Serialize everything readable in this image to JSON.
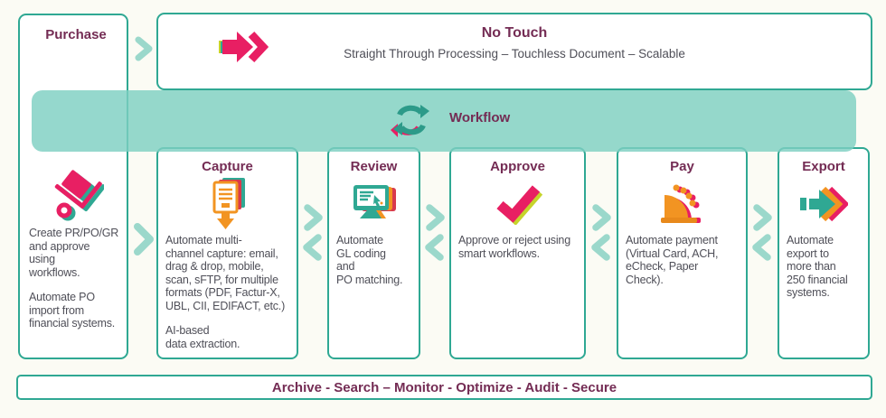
{
  "colors": {
    "teal_border": "#2fa893",
    "light_teal_chevron": "#9bd8cb",
    "workflow_band": "#7ed0c2",
    "heading_plum": "#742c54",
    "body_text": "#4f4f58",
    "magenta": "#e81f63",
    "orange": "#f29422",
    "red": "#d8394d",
    "yellow_green": "#c6d42a",
    "background": "#fbfbf4"
  },
  "purchase": {
    "title": "Purchase",
    "icon": "hand-truck-icon",
    "paragraphs": [
      "Create PR/PO/GR\nand approve\nusing\nworkflows.",
      "Automate PO\nimport from\nfinancial systems."
    ]
  },
  "no_touch": {
    "title": "No Touch",
    "subtitle": "Straight Through Processing – Touchless Document – Scalable",
    "icon": "fast-forward-arrow-icon"
  },
  "workflow": {
    "label": "Workflow",
    "icon": "sync-icon"
  },
  "stages": [
    {
      "title": "Capture",
      "icon": "document-capture-icon",
      "paragraphs": [
        "Automate multi-\nchannel capture: email,\ndrag & drop, mobile,\nscan, sFTP, for multiple\nformats (PDF, Factur-X,\nUBL, CII, EDIFACT, etc.)",
        "AI-based\ndata extraction."
      ]
    },
    {
      "title": "Review",
      "icon": "monitor-icon",
      "paragraphs": [
        "Automate\nGL coding\nand\nPO matching."
      ]
    },
    {
      "title": "Approve",
      "icon": "checkmark-icon",
      "paragraphs": [
        "Approve or reject using\nsmart workflows."
      ]
    },
    {
      "title": "Pay",
      "icon": "cash-register-icon",
      "paragraphs": [
        "Automate payment\n(Virtual Card, ACH,\neCheck, Paper\nCheck)."
      ]
    },
    {
      "title": "Export",
      "icon": "export-arrow-icon",
      "paragraphs": [
        "Automate\nexport to\nmore than\n250 financial\nsystems."
      ]
    }
  ],
  "connectors": {
    "right_chevron": "chevron-right-icon",
    "left_chevron": "chevron-left-icon"
  },
  "footer": {
    "label": "Archive - Search – Monitor - Optimize - Audit - Secure"
  }
}
